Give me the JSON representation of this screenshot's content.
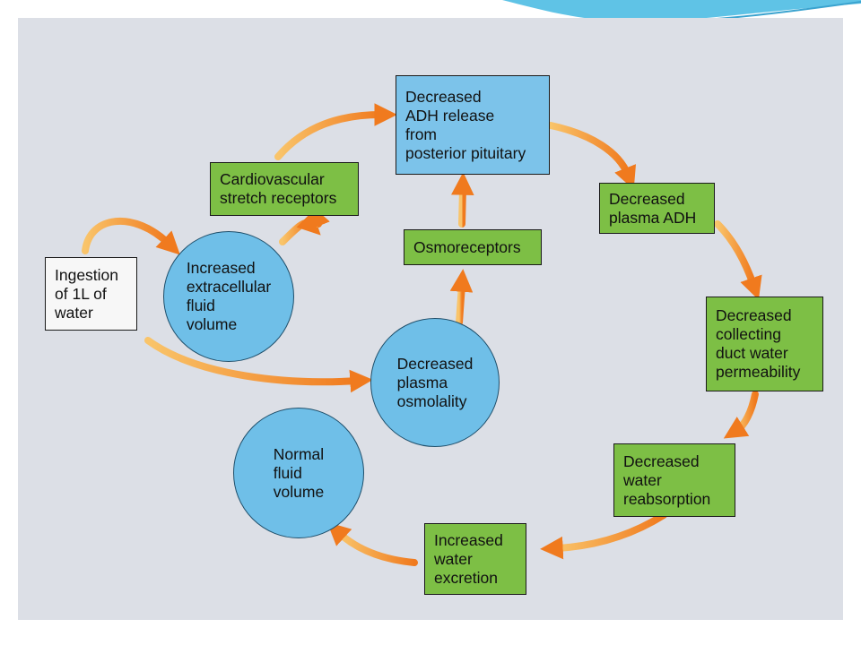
{
  "colors": {
    "green_box": "#7dbf45",
    "blue_box": "#7cc3ea",
    "circle": "#6fbfe8",
    "arrow": "#f07a1e",
    "arrow_light": "#f9c46a",
    "banner": "#5fc3e6"
  },
  "nodes": {
    "ingestion": "Ingestion\nof 1L of\nwater",
    "increased_ecf": "Increased\nextracellular\nfluid\nvolume",
    "cardio_receptors": "Cardiovascular\nstretch receptors",
    "decreased_adh_release": "Decreased\nADH release\nfrom\nposterior pituitary",
    "osmoreceptors": "Osmoreceptors",
    "decreased_osmolality": "Decreased\nplasma\nosmolality",
    "decreased_plasma_adh": "Decreased\nplasma ADH",
    "decreased_permeability": "Decreased\ncollecting\nduct water\npermeability",
    "decreased_reabsorption": "Decreased\nwater\nreabsorption",
    "increased_excretion": "Increased\nwater\nexcretion",
    "normal_volume": "Normal\nfluid\nvolume"
  }
}
